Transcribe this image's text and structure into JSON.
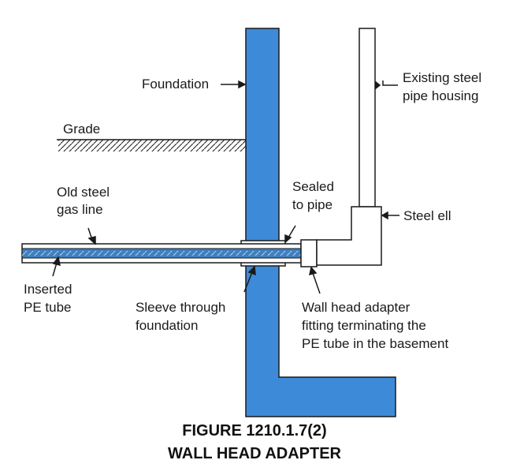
{
  "labels": {
    "foundation": "Foundation",
    "grade": "Grade",
    "existing_housing": [
      "Existing steel",
      "pipe housing"
    ],
    "old_steel": [
      "Old steel",
      "gas line"
    ],
    "sealed": [
      "Sealed",
      "to pipe"
    ],
    "steel_ell": "Steel ell",
    "inserted_pe": [
      "Inserted",
      "PE tube"
    ],
    "sleeve": [
      "Sleeve through",
      "foundation"
    ],
    "wall_head_adapter": [
      "Wall head adapter",
      "fitting terminating the",
      "PE tube in the basement"
    ]
  },
  "caption": {
    "line1": "FIGURE 1210.1.7(2)",
    "line2": "WALL HEAD ADAPTER"
  },
  "colors": {
    "foundation_fill": "#3d8bd8",
    "outline": "#1a1a1a",
    "pe_tube": "#3f7fbf"
  }
}
